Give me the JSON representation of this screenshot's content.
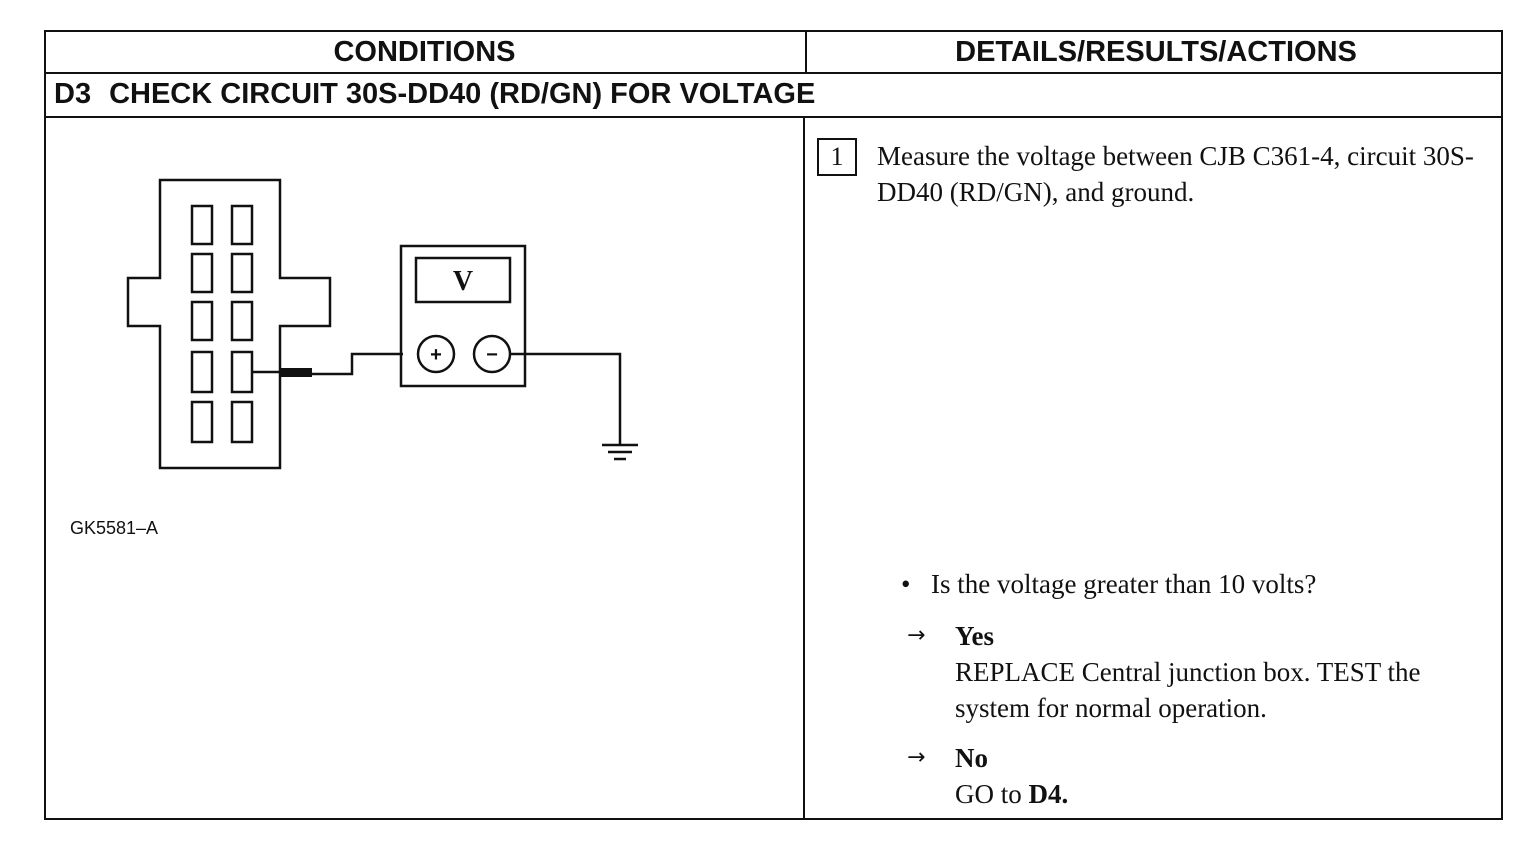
{
  "table": {
    "header_left": "CONDITIONS",
    "header_right": "DETAILS/RESULTS/ACTIONS",
    "step_id": "D3",
    "step_title": "CHECK CIRCUIT 30S-DD40 (RD/GN) FOR VOLTAGE"
  },
  "diagram": {
    "meter_label": "V",
    "plus_label": "+",
    "minus_label": "−",
    "figure_id": "GK5581–A"
  },
  "details": {
    "step_number": "1",
    "instruction": "Measure the voltage between CJB C361-4, circuit 30S-DD40 (RD/GN), and ground.",
    "bullet": "•",
    "question": "Is the voltage greater than 10 volts?",
    "answers": [
      {
        "arrow": "→",
        "label": "Yes",
        "action": "REPLACE Central junction box. TEST the system for normal operation."
      },
      {
        "arrow": "→",
        "label": "No",
        "action_prefix": "GO to ",
        "action_target": "D4."
      }
    ]
  }
}
